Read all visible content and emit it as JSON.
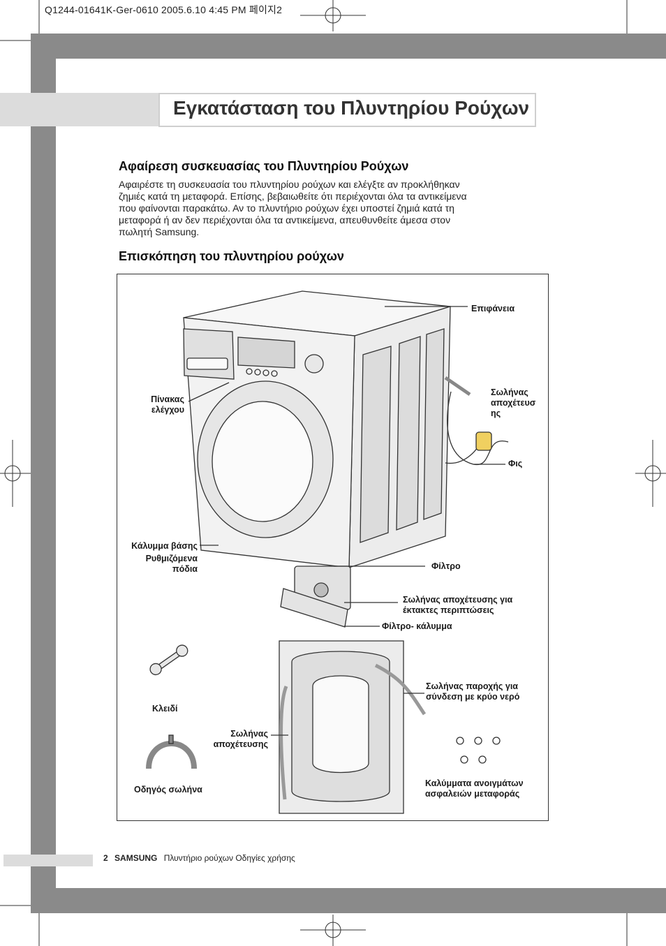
{
  "print_header": "Q1244-01641K-Ger-0610  2005.6.10 4:45 PM  페이지2",
  "page_title": "Εγκατάσταση του Πλυντηρίου Ρούχων",
  "section1": {
    "heading": "Αφαίρεση συσκευασίας του Πλυντηρίου Ρούχων",
    "lines": [
      "Αφαιρέστε τη συσκευασία του πλυντηρίου ρούχων και ελέγξτε αν προκλήθηκαν",
      "ζημιές κατά τη μεταφορά. Επίσης, βεβαιωθείτε ότι περιέχονται όλα τα αντικείμενα",
      "που φαίνονται παρακάτω. Αν το πλυντήριο ρούχων έχει υποστεί ζημιά κατά τη",
      "μεταφορά ή αν δεν περιέχονται όλα τα αντικείμενα, απευθυνθείτε άμεσα στον",
      "πωλητή Samsung."
    ]
  },
  "section2": {
    "heading": "Επισκόπηση του πλυντηρίου ρούχων"
  },
  "labels": {
    "top_cover": "Επιφάνεια",
    "control_panel": [
      "Πίνακας",
      "ελέγχου"
    ],
    "drain_hose_top": [
      "Σωλήνας",
      "αποχέτευσ",
      "ης"
    ],
    "plug": "Φις",
    "base_cover": "Κάλυμμα βάσης",
    "adjustable_feet": [
      "Ρυθμιζόμενα",
      "πόδια"
    ],
    "filter": "Φίλτρο",
    "emergency_drain": [
      "Σωλήνας αποχέτευσης για",
      "έκτακτες περιπτώσεις"
    ],
    "filter_cover": "Φίλτρο- κάλυμμα",
    "wrench": "Κλειδί",
    "drain_hose_back": [
      "Σωλήνας",
      "αποχέτευσης"
    ],
    "cold_water_hose": [
      "Σωλήνας παροχής για",
      "σύνδεση με κρύο νερό"
    ],
    "hose_guide": "Οδηγός σωλήνα",
    "bolt_caps": [
      "Καλύμματα ανοιγμάτων",
      "ασφαλειών μεταφοράς"
    ]
  },
  "footer": {
    "page_number": "2",
    "brand": "SAMSUNG",
    "text": "Πλυντήριο ρούχων Οδηγίες χρήσης"
  }
}
